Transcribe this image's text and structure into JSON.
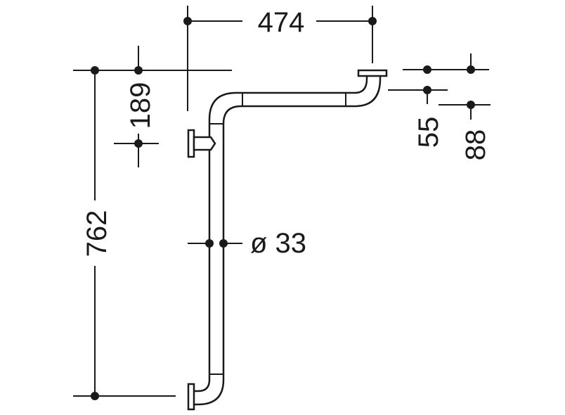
{
  "dimensions": {
    "width_474": "474",
    "height_762": "762",
    "offset_189": "189",
    "depth_55": "55",
    "depth_88": "88",
    "diameter": "ø 33"
  },
  "colors": {
    "ink": "#1a1a1a",
    "background": "#ffffff"
  }
}
